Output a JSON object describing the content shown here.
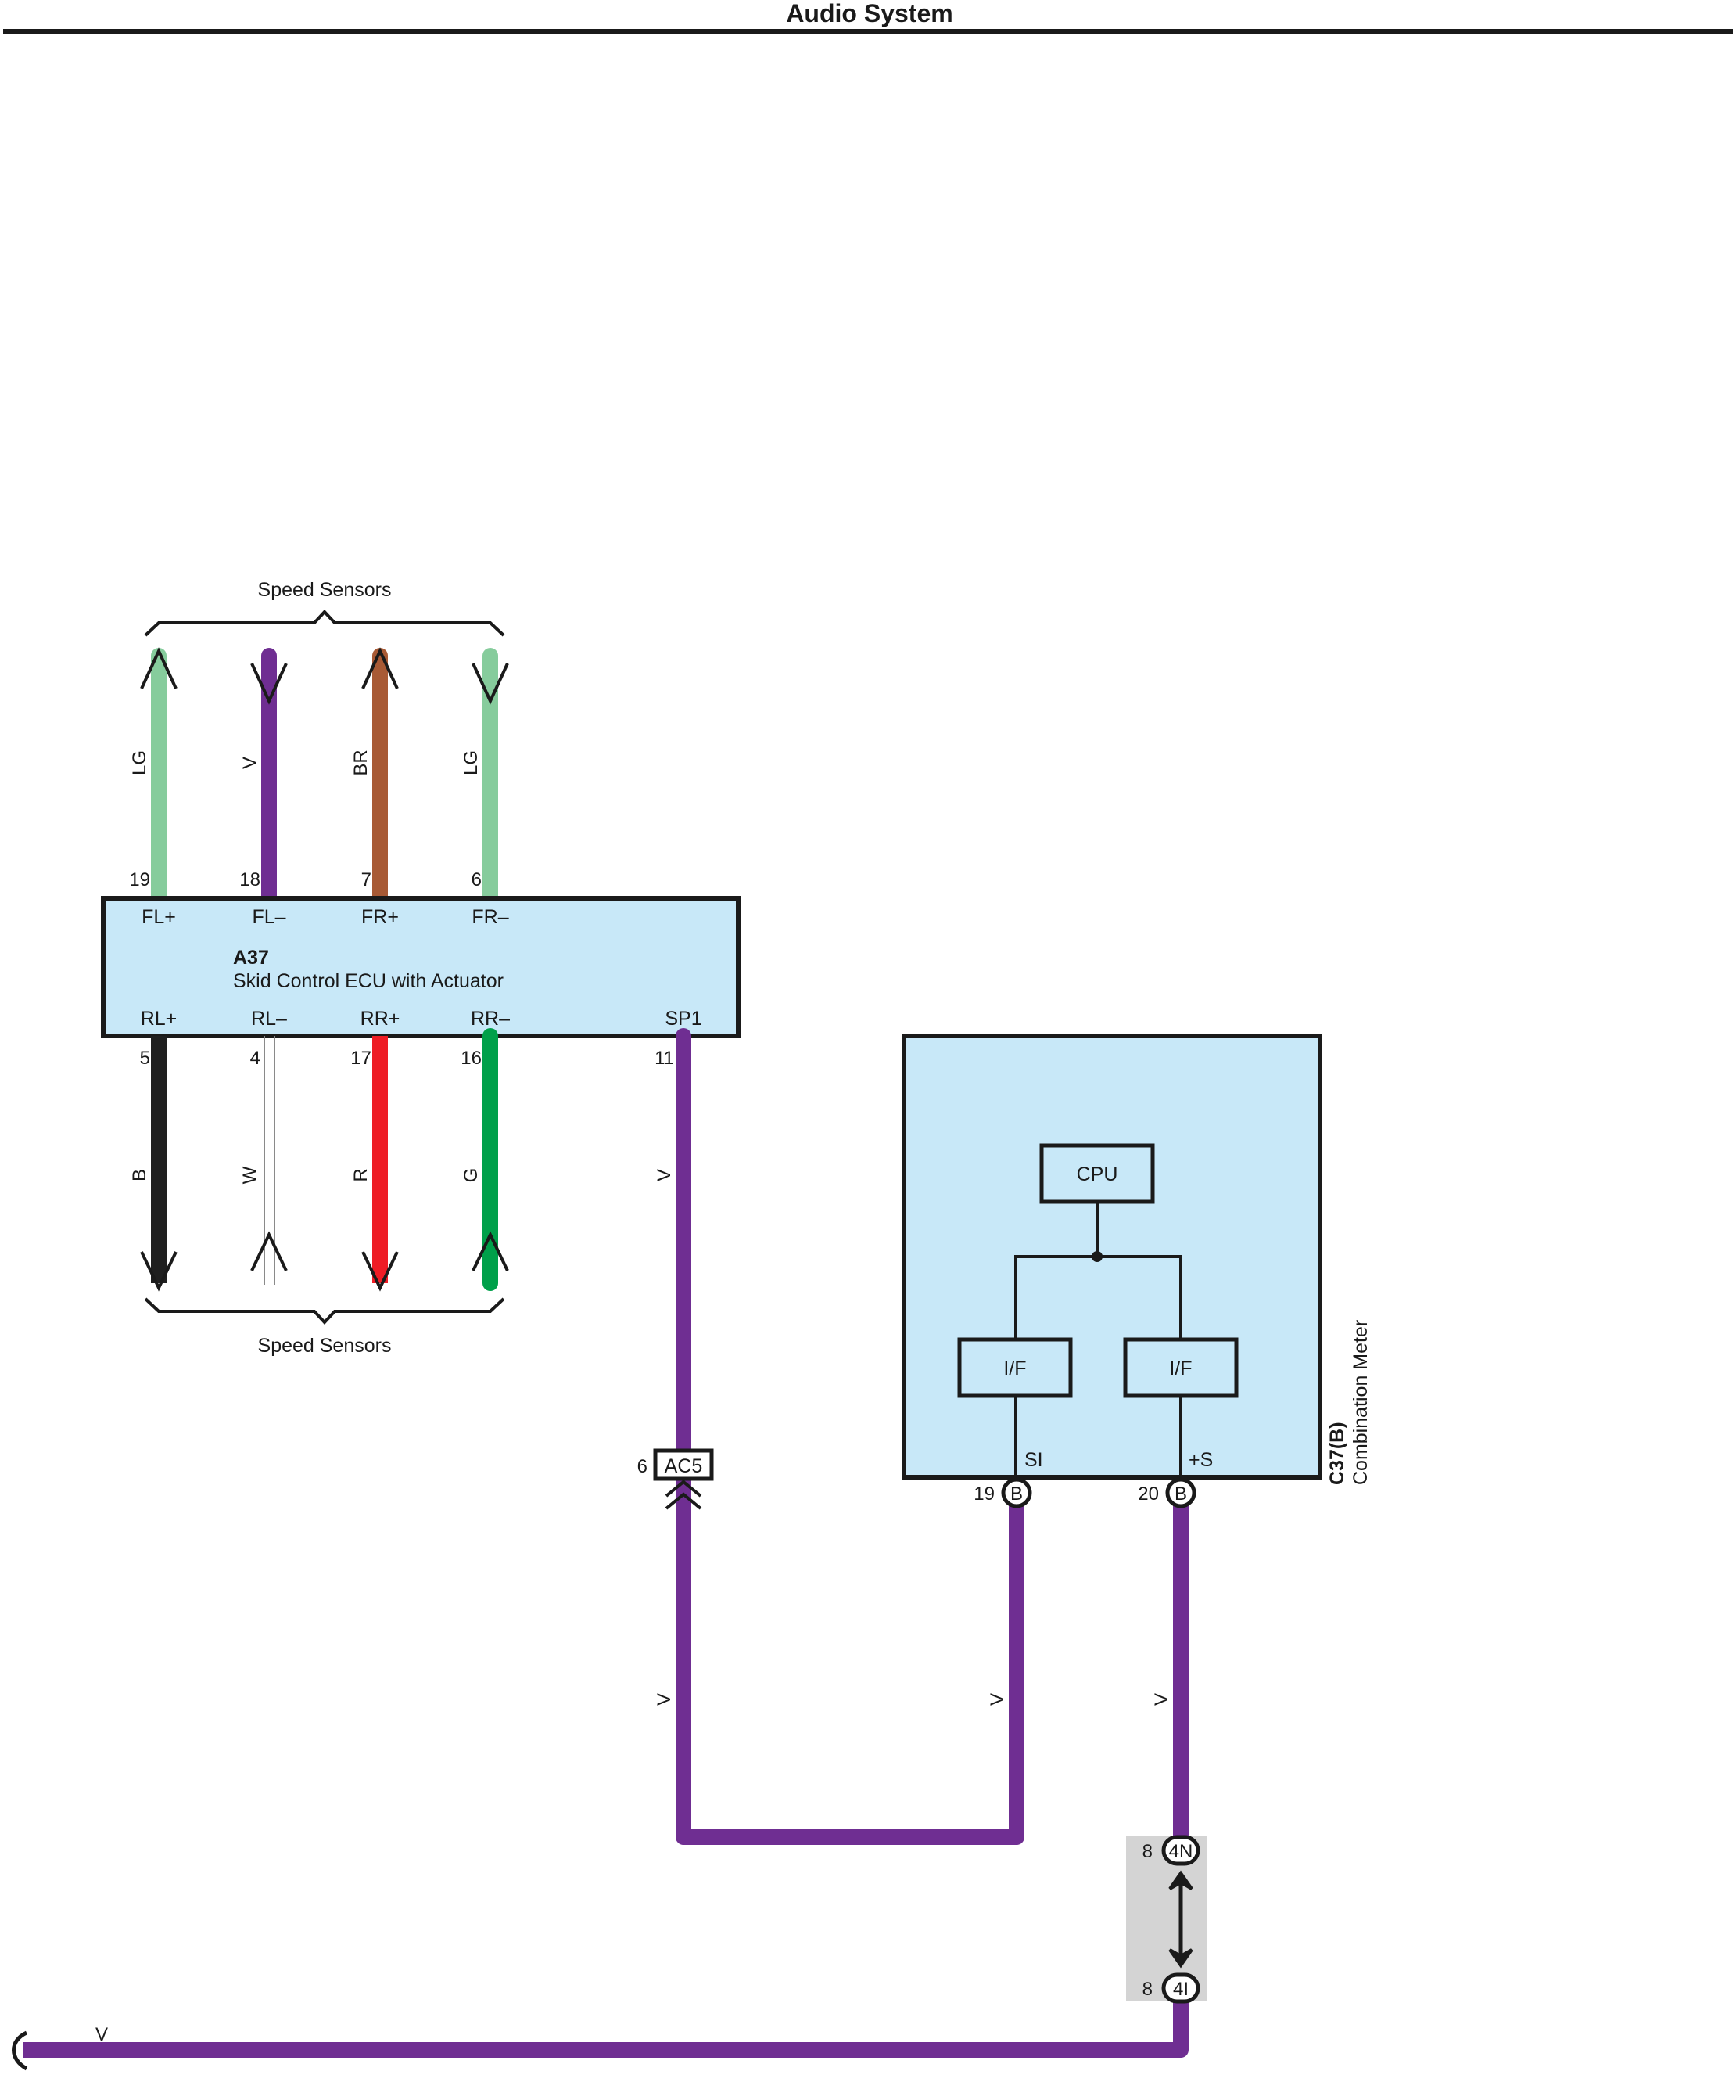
{
  "header": {
    "title": "Audio System"
  },
  "ecu": {
    "code": "A37",
    "name": "Skid Control ECU with Actuator",
    "top_pins": [
      {
        "num": "19",
        "term": "FL+",
        "wire": "LG"
      },
      {
        "num": "18",
        "term": "FL–",
        "wire": "V"
      },
      {
        "num": "7",
        "term": "FR+",
        "wire": "BR"
      },
      {
        "num": "6",
        "term": "FR–",
        "wire": "LG"
      }
    ],
    "bottom_pins": [
      {
        "num": "5",
        "term": "RL+",
        "wire": "B"
      },
      {
        "num": "4",
        "term": "RL–",
        "wire": "W"
      },
      {
        "num": "17",
        "term": "RR+",
        "wire": "R"
      },
      {
        "num": "16",
        "term": "RR–",
        "wire": "G"
      },
      {
        "num": "11",
        "term": "SP1",
        "wire": "V"
      }
    ],
    "top_group_label": "Speed Sensors",
    "bottom_group_label": "Speed Sensors"
  },
  "connector_ac5": {
    "label": "AC5",
    "pin": "6"
  },
  "meter": {
    "code": "C37(B)",
    "name": "Combination Meter",
    "cpu": "CPU",
    "if_left": "I/F",
    "if_right": "I/F",
    "term_si": "SI",
    "term_s": "+S",
    "pin_si": "19",
    "pin_s": "20",
    "conn_letter_1": "B",
    "conn_letter_2": "B"
  },
  "junction": {
    "top_label": "4N",
    "top_pin": "8",
    "bottom_label": "4I",
    "bottom_pin": "8"
  },
  "wires": {
    "ac5_down": "V",
    "si_wire": "V",
    "s_wire": "V",
    "bottom_wire": "V"
  },
  "colors": {
    "LG": "#86cc9c",
    "V": "#6f2e92",
    "BR": "#a85a35",
    "B": "#1f1f1f",
    "W": "#ffffff",
    "R": "#ee1c25",
    "G": "#00a04a",
    "box_fill": "#c8e8f8",
    "junction_fill": "#d4d4d4"
  }
}
